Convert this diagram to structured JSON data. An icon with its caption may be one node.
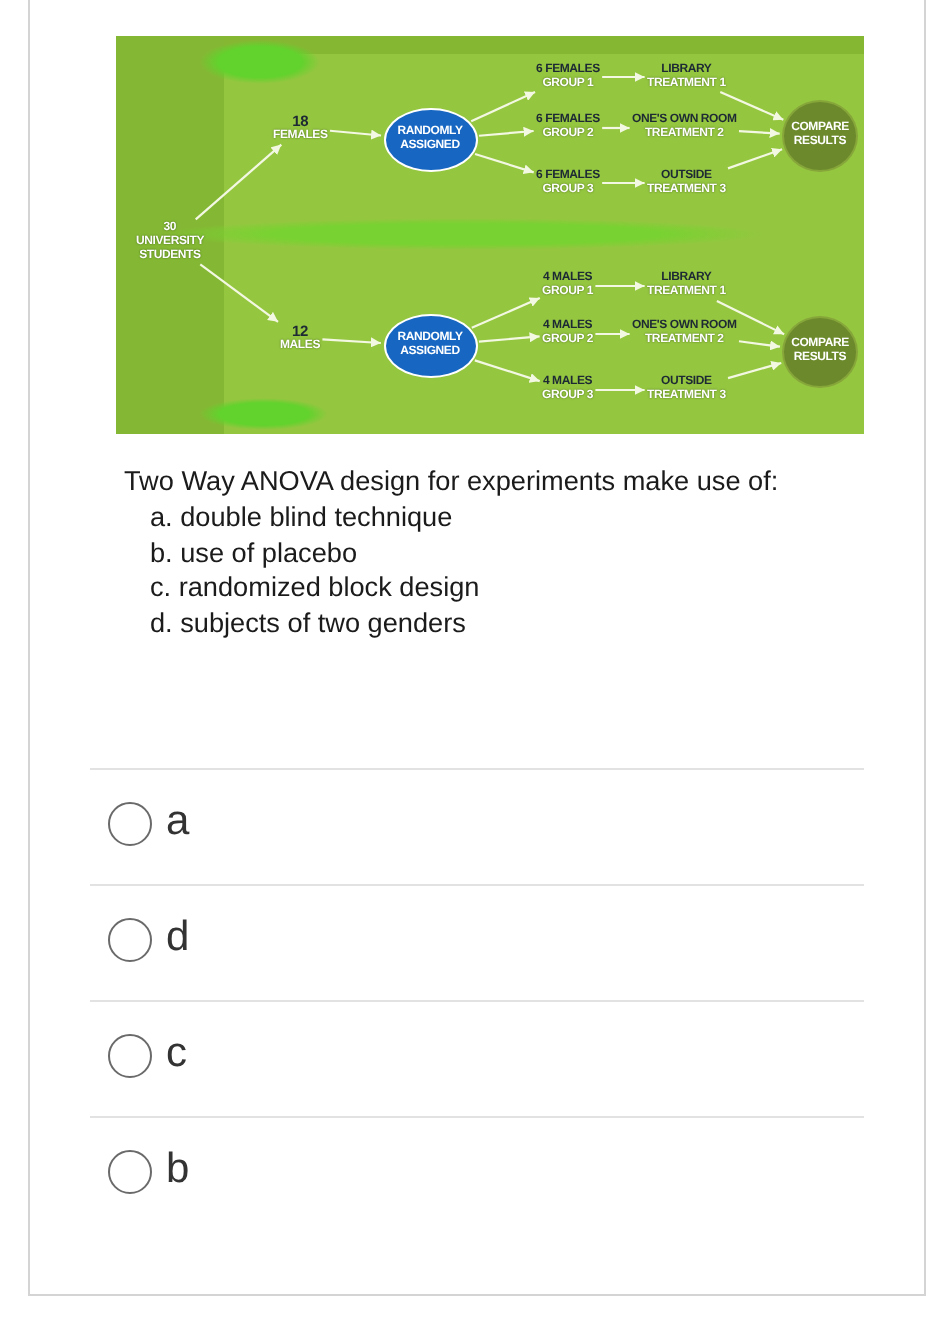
{
  "diagram": {
    "nodes": [
      {
        "text": [
          "30 UNIVERSITY STUDENTS"
        ]
      },
      {
        "text": [
          "18",
          "FEMALES"
        ]
      },
      {
        "text": [
          "RANDOMLY ASSIGNED"
        ]
      },
      {
        "text": [
          "6 FEMALES",
          "GROUP 1"
        ]
      },
      {
        "text": [
          "6 FEMALES",
          "GROUP 2"
        ]
      },
      {
        "text": [
          "6 FEMALES",
          "GROUP 3"
        ]
      },
      {
        "text": [
          "LIBRARY",
          "TREATMENT 1"
        ]
      },
      {
        "text": [
          "ONE'S OWN ROOM",
          "TREATMENT 2"
        ]
      },
      {
        "text": [
          "OUTSIDE",
          "TREATMENT 3"
        ]
      },
      {
        "text": [
          "COMPARE RESULTS"
        ]
      },
      {
        "text": [
          "12",
          "MALES"
        ]
      },
      {
        "text": [
          "RANDOMLY ASSIGNED"
        ]
      },
      {
        "text": [
          "4 MALES",
          "GROUP 1"
        ]
      },
      {
        "text": [
          "4 MALES",
          "GROUP 2"
        ]
      },
      {
        "text": [
          "4 MALES",
          "GROUP 3"
        ]
      },
      {
        "text": [
          "LIBRARY",
          "TREATMENT 1"
        ]
      },
      {
        "text": [
          "ONE'S OWN ROOM",
          "TREATMENT 2"
        ]
      },
      {
        "text": [
          "OUTSIDE",
          "TREATMENT 3"
        ]
      },
      {
        "text": [
          "COMPARE RESULTS"
        ]
      }
    ],
    "edges": [
      {
        "from": 0,
        "to": 1,
        "arrow": "to"
      },
      {
        "from": 0,
        "to": 10,
        "arrow": "to"
      },
      {
        "from": 1,
        "to": 2,
        "arrow": "to"
      },
      {
        "from": 2,
        "to": 3,
        "arrow": "to"
      },
      {
        "from": 2,
        "to": 4,
        "arrow": "to"
      },
      {
        "from": 2,
        "to": 5,
        "arrow": "to"
      },
      {
        "from": 3,
        "to": 6,
        "arrow": "to"
      },
      {
        "from": 4,
        "to": 7,
        "arrow": "to"
      },
      {
        "from": 5,
        "to": 8,
        "arrow": "to"
      },
      {
        "from": 6,
        "to": 9,
        "arrow": "to"
      },
      {
        "from": 7,
        "to": 9,
        "arrow": "to"
      },
      {
        "from": 8,
        "to": 9,
        "arrow": "to"
      },
      {
        "from": 10,
        "to": 11,
        "arrow": "to"
      },
      {
        "from": 11,
        "to": 12,
        "arrow": "to"
      },
      {
        "from": 11,
        "to": 13,
        "arrow": "to"
      },
      {
        "from": 11,
        "to": 14,
        "arrow": "to"
      },
      {
        "from": 12,
        "to": 15,
        "arrow": "to"
      },
      {
        "from": 13,
        "to": 16,
        "arrow": "to"
      },
      {
        "from": 14,
        "to": 17,
        "arrow": "to"
      },
      {
        "from": 15,
        "to": 18,
        "arrow": "to"
      },
      {
        "from": 16,
        "to": 18,
        "arrow": "to"
      },
      {
        "from": 17,
        "to": 18,
        "arrow": "to"
      }
    ],
    "labels": [
      "Two Way ANOVA design for experiments make use of:",
      "a. double blind technique",
      "b. use of placebo",
      "c. randomized block design",
      "d. subjects of two genders",
      "a",
      "d",
      "c",
      "b"
    ]
  }
}
